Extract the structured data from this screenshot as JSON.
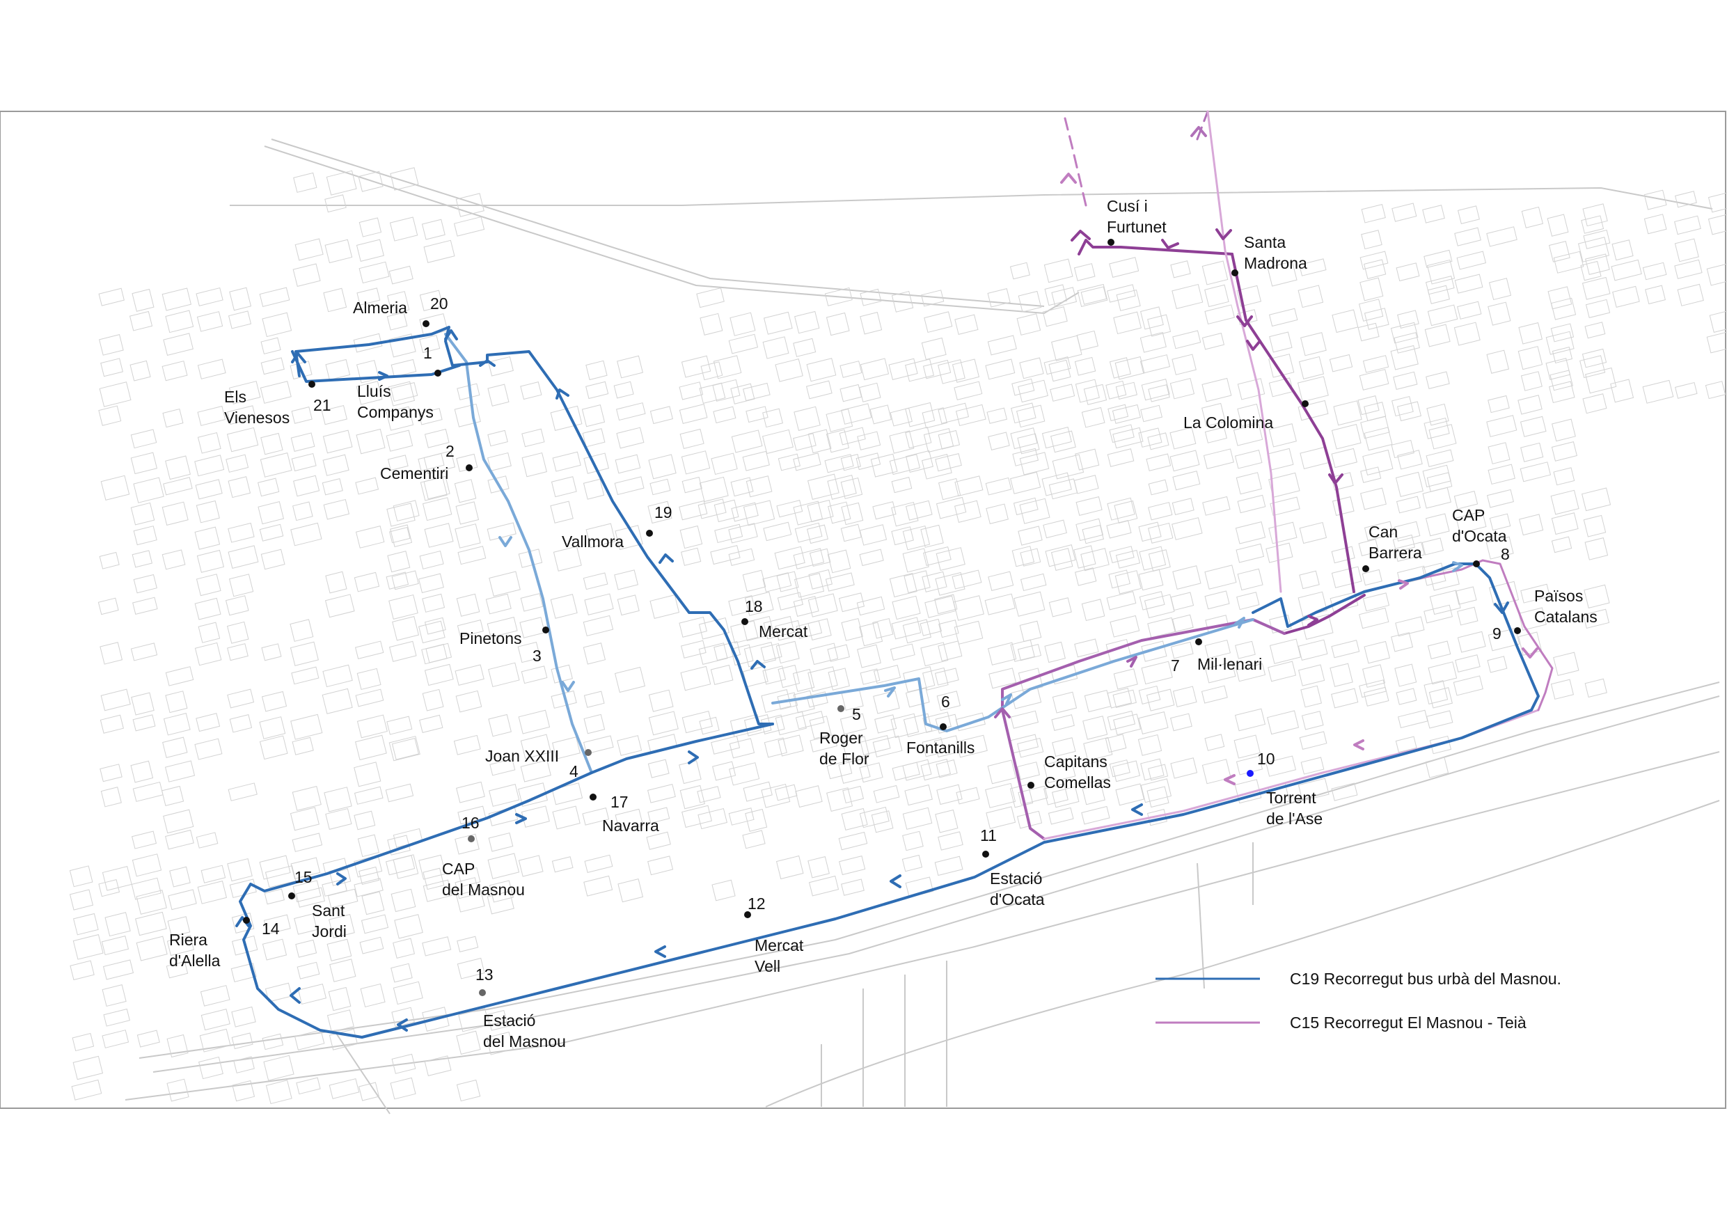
{
  "colors": {
    "c19_route": "#2e6db4",
    "c19_route_light": "#7aa9d8",
    "c15_route": "#c07dc0",
    "c15_route_dark": "#8e3f95",
    "stop": "#111111",
    "stop_gray": "#666666",
    "stop_blue": "#1a1aff",
    "streets": "#c9c9c9",
    "frame": "#9a9a9a"
  },
  "stops": [
    {
      "number": "1",
      "name": "Lluís Companys"
    },
    {
      "number": "2",
      "name": "Cementiri"
    },
    {
      "number": "3",
      "name": "Pinetons"
    },
    {
      "number": "4",
      "name": "Joan XXIII"
    },
    {
      "number": "5",
      "name": "Roger de Flor"
    },
    {
      "number": "6",
      "name": "Fontanills"
    },
    {
      "number": "7",
      "name": "Mil·lenari"
    },
    {
      "number": "8",
      "name": "CAP d'Ocata"
    },
    {
      "number": "9",
      "name": "Països Catalans"
    },
    {
      "number": "10",
      "name": "Torrent de l'Ase"
    },
    {
      "number": "11",
      "name": "Estació d'Ocata"
    },
    {
      "number": "12",
      "name": "Mercat Vell"
    },
    {
      "number": "13",
      "name": "Estació del Masnou"
    },
    {
      "number": "14",
      "name": "Riera d'Alella"
    },
    {
      "number": "15",
      "name": "Sant Jordi"
    },
    {
      "number": "16",
      "name": "CAP del Masnou"
    },
    {
      "number": "17",
      "name": "Navarra"
    },
    {
      "number": "18",
      "name": "Mercat"
    },
    {
      "number": "19",
      "name": "Vallmora"
    },
    {
      "number": "20",
      "name": "Almeria"
    },
    {
      "number": "21",
      "name": "Els Vienesos"
    }
  ],
  "c15_stops": [
    {
      "name": "Cusí i Furtunet"
    },
    {
      "name": "Santa Madrona"
    },
    {
      "name": "La Colomina"
    },
    {
      "name": "Can Barrera"
    },
    {
      "name": "Capitans Comellas"
    }
  ],
  "legend": {
    "c19": "C19 Recorregut bus urbà del Masnou.",
    "c15": "C15  Recorregut  El Masnou - Teià"
  }
}
